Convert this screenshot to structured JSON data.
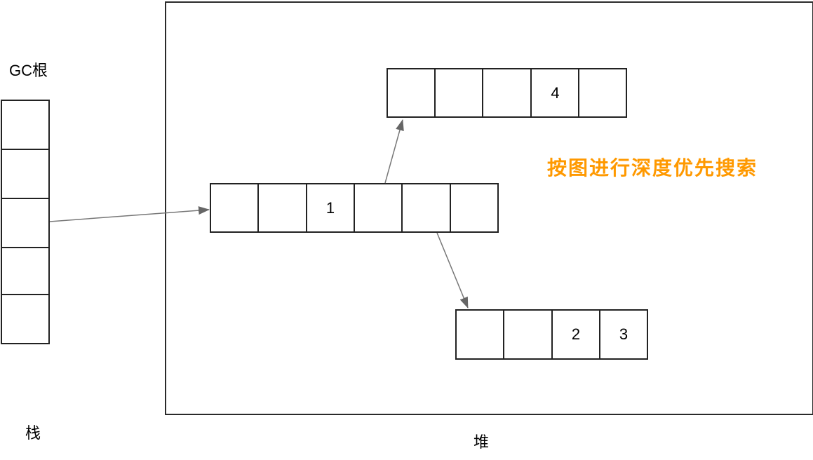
{
  "labels": {
    "gc_root": "GC根",
    "stack": "栈",
    "heap": "堆",
    "annotation": "按图进行深度优先搜索"
  },
  "colors": {
    "annotation": "#ff9900",
    "stroke": "#222222",
    "arrow": "#666666"
  },
  "stack": {
    "cells": [
      "",
      "",
      "",
      "",
      ""
    ]
  },
  "heap": {
    "object_main": {
      "cells": [
        "",
        "",
        "1",
        "",
        "",
        ""
      ]
    },
    "object_top": {
      "cells": [
        "",
        "",
        "",
        "4",
        ""
      ]
    },
    "object_bottom": {
      "cells": [
        "",
        "",
        "2",
        "3"
      ]
    }
  },
  "edges": [
    {
      "from": "stack.cell3",
      "to": "object_main"
    },
    {
      "from": "object_main.cell4",
      "to": "object_top"
    },
    {
      "from": "object_main.cell5",
      "to": "object_bottom"
    }
  ]
}
